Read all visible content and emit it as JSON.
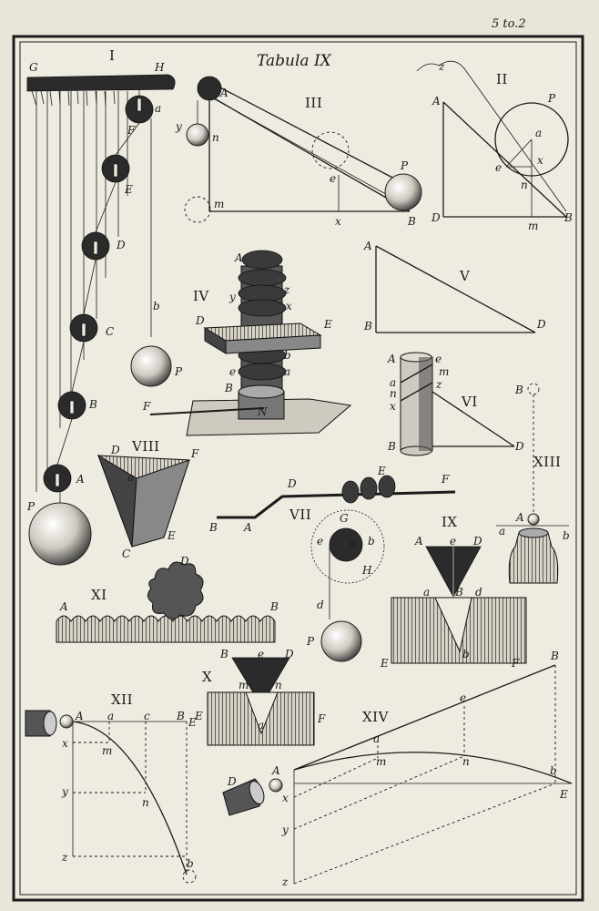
{
  "header": {
    "page_ref": "5 to.2",
    "title": "Tabula IX"
  },
  "figures": {
    "I": {
      "numeral": "I",
      "labels": [
        "G",
        "H",
        "a",
        "F",
        "E",
        "D",
        "C",
        "B",
        "A",
        "P",
        "b",
        "P"
      ]
    },
    "II": {
      "numeral": "II",
      "labels": [
        "z",
        "P",
        "A",
        "a",
        "x",
        "e",
        "n",
        "D",
        "m",
        "B"
      ]
    },
    "III": {
      "numeral": "III",
      "labels": [
        "A",
        "y",
        "n",
        "m",
        "e",
        "P",
        "x",
        "B"
      ]
    },
    "IV": {
      "numeral": "IV",
      "labels": [
        "A",
        "y",
        "z",
        "x",
        "D",
        "E",
        "b",
        "e",
        "a",
        "B",
        "F",
        "N"
      ]
    },
    "V": {
      "numeral": "V",
      "labels": [
        "A",
        "B",
        "D"
      ]
    },
    "VI": {
      "numeral": "VI",
      "labels": [
        "A",
        "e",
        "m",
        "a",
        "z",
        "n",
        "x",
        "B",
        "D"
      ]
    },
    "VII": {
      "numeral": "VII",
      "labels": [
        "D",
        "E",
        "F",
        "B",
        "A",
        "G",
        "e",
        "a",
        "b",
        "H",
        "d",
        "P"
      ]
    },
    "VIII": {
      "numeral": "VIII",
      "labels": [
        "D",
        "F",
        "a",
        "E",
        "C"
      ]
    },
    "IX": {
      "numeral": "IX",
      "labels": [
        "A",
        "e",
        "D",
        "a",
        "B",
        "d",
        "E",
        "F",
        "b"
      ]
    },
    "X": {
      "numeral": "X",
      "labels": [
        "B",
        "e",
        "D",
        "m",
        "n",
        "E",
        "F",
        "a"
      ]
    },
    "XI": {
      "numeral": "XI",
      "labels": [
        "D",
        "A",
        "B"
      ]
    },
    "XII": {
      "numeral": "XII",
      "labels": [
        "A",
        "a",
        "c",
        "B",
        "E",
        "x",
        "m",
        "y",
        "n",
        "z",
        "b"
      ]
    },
    "XIII": {
      "numeral": "XIII",
      "labels": [
        "B",
        "A",
        "a",
        "b"
      ]
    },
    "XIV": {
      "numeral": "XIV",
      "labels": [
        "B",
        "e",
        "a",
        "m",
        "n",
        "b",
        "D",
        "A",
        "x",
        "E",
        "y",
        "z"
      ]
    }
  }
}
